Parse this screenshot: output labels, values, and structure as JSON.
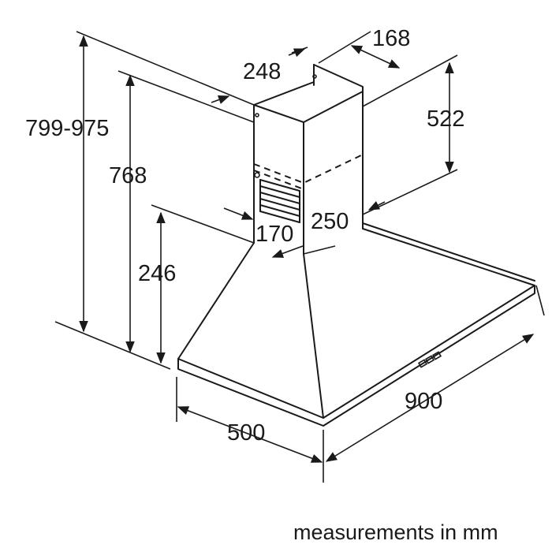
{
  "dimensions": {
    "total_height": "799-975",
    "hood_height": "768",
    "canopy_height": "246",
    "chimney_height": "522",
    "chimney_width": "248",
    "chimney_depth": "168",
    "inner_chimney_width": "250",
    "inner_chimney_depth": "170",
    "depth": "500",
    "width": "900"
  },
  "caption": "measurements in mm",
  "colors": {
    "line": "#1a1a1a",
    "background": "#ffffff"
  }
}
